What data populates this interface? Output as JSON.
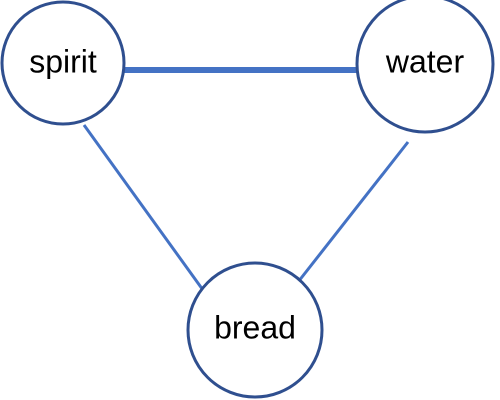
{
  "diagram": {
    "nodes": [
      {
        "id": "spirit",
        "label": "spirit"
      },
      {
        "id": "water",
        "label": "water"
      },
      {
        "id": "bread",
        "label": "bread"
      }
    ],
    "edges": [
      {
        "from": "spirit",
        "to": "water",
        "weight": "strong"
      },
      {
        "from": "spirit",
        "to": "bread",
        "weight": "normal"
      },
      {
        "from": "water",
        "to": "bread",
        "weight": "normal"
      }
    ]
  },
  "colors": {
    "edge": "#4472c4",
    "node_stroke": "#2f4f8f",
    "node_fill": "#ffffff",
    "text": "#000000",
    "background": "#ffffff"
  }
}
